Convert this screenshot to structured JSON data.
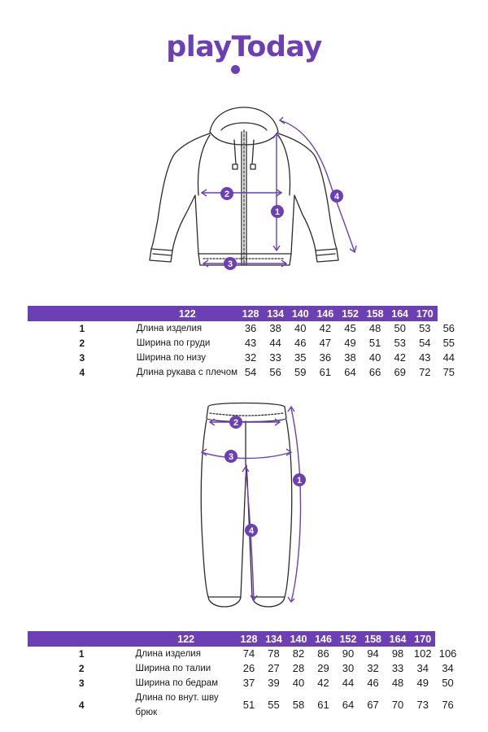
{
  "brand": {
    "name": "playToday",
    "accent": "#6c3fb5",
    "text_color": "#1a1a1a",
    "outline_color": "#2b2b2b"
  },
  "jacket": {
    "marks": [
      "1",
      "2",
      "3",
      "4"
    ],
    "table": {
      "sizes": [
        "122",
        "128",
        "134",
        "140",
        "146",
        "152",
        "158",
        "164",
        "170"
      ],
      "rows": [
        {
          "num": "1",
          "name": "Длина изделия",
          "values": [
            "36",
            "38",
            "40",
            "42",
            "45",
            "48",
            "50",
            "53",
            "56"
          ]
        },
        {
          "num": "2",
          "name": "Ширина по груди",
          "values": [
            "43",
            "44",
            "46",
            "47",
            "49",
            "51",
            "53",
            "54",
            "55"
          ]
        },
        {
          "num": "3",
          "name": "Ширина по низу",
          "values": [
            "32",
            "33",
            "35",
            "36",
            "38",
            "40",
            "42",
            "43",
            "44"
          ]
        },
        {
          "num": "4",
          "name": "Длина рукава с плечом",
          "values": [
            "54",
            "56",
            "59",
            "61",
            "64",
            "66",
            "69",
            "72",
            "75"
          ]
        }
      ]
    }
  },
  "pants": {
    "marks": [
      "1",
      "2",
      "3",
      "4"
    ],
    "table": {
      "sizes": [
        "122",
        "128",
        "134",
        "140",
        "146",
        "152",
        "158",
        "164",
        "170"
      ],
      "rows": [
        {
          "num": "1",
          "name": "Длина изделия",
          "values": [
            "74",
            "78",
            "82",
            "86",
            "90",
            "94",
            "98",
            "102",
            "106"
          ]
        },
        {
          "num": "2",
          "name": "Ширина по талии",
          "values": [
            "26",
            "27",
            "28",
            "29",
            "30",
            "32",
            "33",
            "34",
            "34"
          ]
        },
        {
          "num": "3",
          "name": "Ширина по бедрам",
          "values": [
            "37",
            "39",
            "40",
            "42",
            "44",
            "46",
            "48",
            "49",
            "50"
          ]
        },
        {
          "num": "4",
          "name": "Длина по внут. шву брюк",
          "values": [
            "51",
            "55",
            "58",
            "61",
            "64",
            "67",
            "70",
            "73",
            "76"
          ]
        }
      ]
    }
  }
}
